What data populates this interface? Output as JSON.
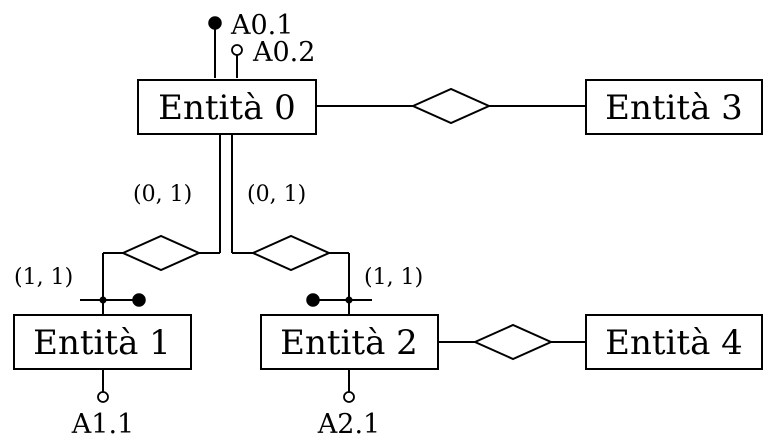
{
  "entities": {
    "e0": "Entità 0",
    "e1": "Entità 1",
    "e2": "Entità 2",
    "e3": "Entità 3",
    "e4": "Entità 4"
  },
  "attributes": {
    "a01": "A0.1",
    "a02": "A0.2",
    "a11": "A1.1",
    "a21": "A2.1"
  },
  "cardinalities": {
    "e0_left": "(0, 1)",
    "e0_right": "(0, 1)",
    "e1": "(1, 1)",
    "e2": "(1, 1)"
  }
}
